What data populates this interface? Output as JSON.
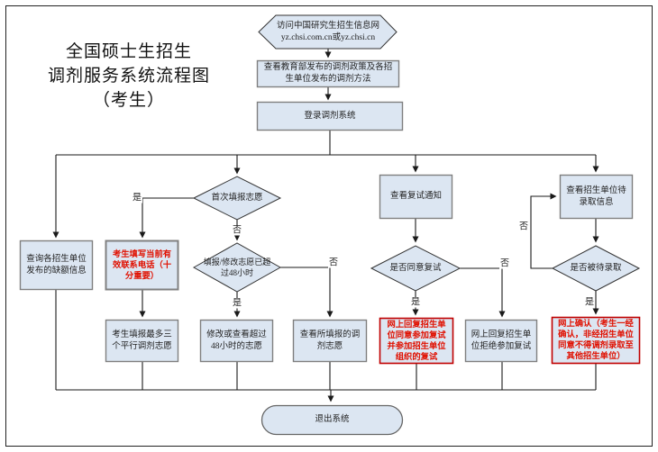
{
  "title": {
    "line1": "全国硕士生招生",
    "line2": "调剂服务系统流程图",
    "line3": "（考生）"
  },
  "labels": {
    "yes": "是",
    "no": "否"
  },
  "nodes": {
    "visit_site": "访问中国研究生招生信息网\nyz.chsi.com.cn或yz.chsi.cn",
    "view_policy": "查看教育部发布的调剂政策及各招生单位发布的调剂方法",
    "login": "登录调剂系统",
    "query_vacancy": "查询各招生单位发布的缺额信息",
    "first_time": "首次填报志愿",
    "fill_phone": "考生填写当前有效联系电话（十分重要）",
    "over48": "填报/修改志愿已超过48小时",
    "fill_three": "考生填报最多三个平行调剂志愿",
    "modify_view": "修改或查看超过48小时的志愿",
    "view_filled": "查看所填报的调剂志愿",
    "view_notice": "查看复试通知",
    "agree_retest": "是否同意复试",
    "reply_agree": "网上回复招生单位同意参加复试并参加招生单位组织的复试",
    "reply_refuse": "网上回复招生单位拒绝参加复试",
    "view_admission": "查看招生单位待录取信息",
    "is_admitted": "是否被待录取",
    "confirm": "网上确认（考生一经确认，非经招生单位同意不得调剂录取至其他招生单位）",
    "exit": "退出系统"
  },
  "colors": {
    "node_fill": "#dce6f2",
    "node_border": "#7f7f7f",
    "red_text": "#e01000",
    "red_border": "#c00000",
    "line": "#1a1a1a"
  }
}
